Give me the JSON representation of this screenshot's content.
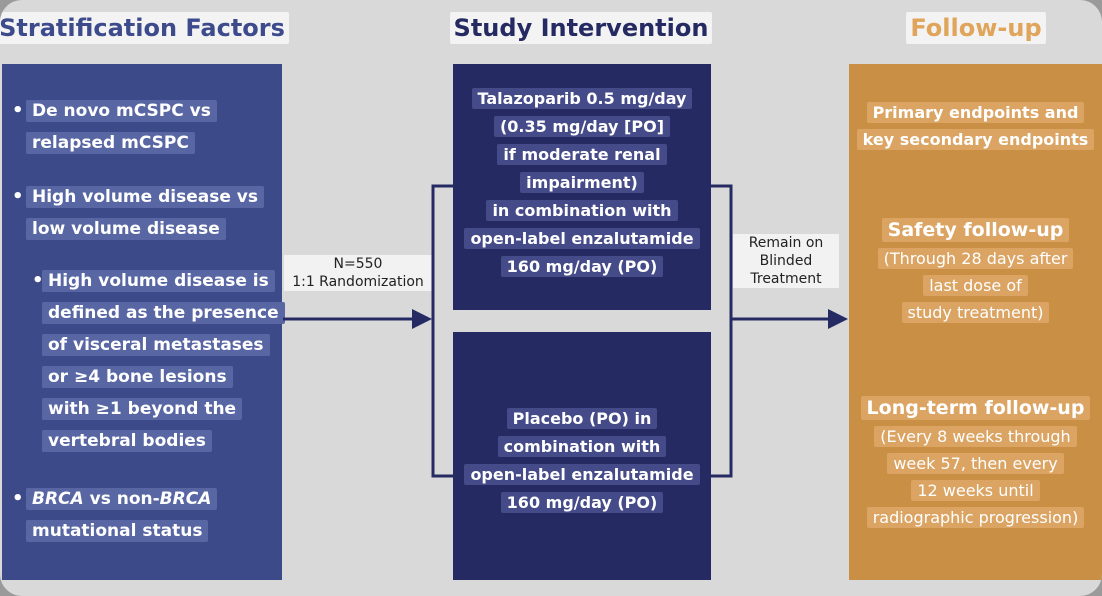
{
  "headers": {
    "stratification": "Stratification Factors",
    "study": "Study Intervention",
    "followup": "Follow-up"
  },
  "stratification": {
    "bullet1": [
      "De novo mCSPC vs",
      "relapsed mCSPC"
    ],
    "bullet2": [
      "High volume disease vs",
      "low volume disease"
    ],
    "subbullet": [
      "High volume disease is",
      "defined as the presence",
      "of visceral metastases",
      "or ≥4 bone lesions",
      "with ≥1 beyond the",
      "vertebral bodies"
    ],
    "bullet3_line1": {
      "brca1": "BRCA",
      "vs": " vs non-",
      "brca2": "BRCA"
    },
    "bullet3_line2": "mutational status"
  },
  "randomization": {
    "n": "N=550",
    "ratio": "1:1 Randomization"
  },
  "interventions": {
    "arm1": [
      "Talazoparib 0.5 mg/day",
      "(0.35 mg/day [PO]",
      "if moderate renal",
      "impairment)",
      "in combination with",
      "open-label enzalutamide",
      "160 mg/day (PO)"
    ],
    "arm2": [
      "Placebo (PO) in",
      "combination with",
      "open-label enzalutamide",
      "160 mg/day (PO)"
    ]
  },
  "remain": [
    "Remain on",
    "Blinded",
    "Treatment"
  ],
  "followup": {
    "primary": [
      "Primary endpoints and",
      "key secondary endpoints"
    ],
    "safety_title": "Safety follow-up",
    "safety": [
      "(Through 28 days after",
      "last dose of",
      "study treatment)"
    ],
    "longterm_title": "Long-term follow-up",
    "longterm": [
      "(Every 8 weeks through",
      "week 57, then every",
      "12 weeks until",
      "radiographic progression)"
    ]
  },
  "colors": {
    "strat_panel": "#3c4a8a",
    "study_panel": "#262a62",
    "follow_panel": "#c98f44",
    "arrow": "#262a62"
  }
}
